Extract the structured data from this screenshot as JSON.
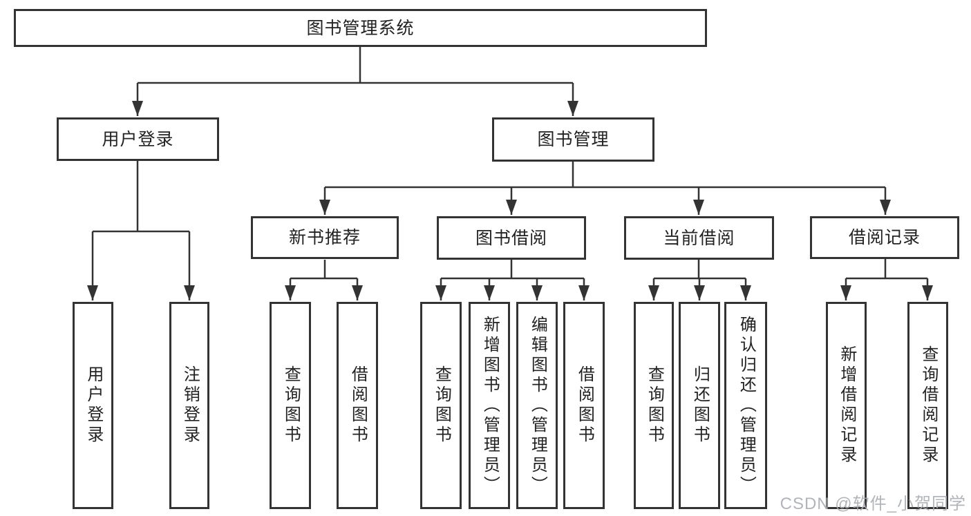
{
  "nodes": {
    "root": {
      "label": "图书管理系统"
    },
    "user_login": {
      "label": "用户登录"
    },
    "book_mgmt": {
      "label": "图书管理"
    },
    "new_book_rec": {
      "label": "新书推荐"
    },
    "book_borrow": {
      "label": "图书借阅"
    },
    "current_borrow": {
      "label": "当前借阅"
    },
    "borrow_record": {
      "label": "借阅记录"
    },
    "leaf_user_login": {
      "label": "用户登录"
    },
    "leaf_logout": {
      "label": "注销登录"
    },
    "leaf_nbr_query": {
      "label": "查询图书"
    },
    "leaf_nbr_borrow": {
      "label": "借阅图书"
    },
    "leaf_bb_query": {
      "label": "查询图书"
    },
    "leaf_bb_add": {
      "label": "新增图书（管理员）"
    },
    "leaf_bb_edit": {
      "label": "编辑图书（管理员）"
    },
    "leaf_bb_borrow": {
      "label": "借阅图书"
    },
    "leaf_cb_query": {
      "label": "查询图书"
    },
    "leaf_cb_return": {
      "label": "归还图书"
    },
    "leaf_cb_confirm": {
      "label": "确认归还（管理员）"
    },
    "leaf_br_add": {
      "label": "新增借阅记录"
    },
    "leaf_br_query": {
      "label": "查询借阅记录"
    }
  },
  "edges": [
    [
      "root",
      "user_login"
    ],
    [
      "root",
      "book_mgmt"
    ],
    [
      "user_login",
      "leaf_user_login"
    ],
    [
      "user_login",
      "leaf_logout"
    ],
    [
      "book_mgmt",
      "new_book_rec"
    ],
    [
      "book_mgmt",
      "book_borrow"
    ],
    [
      "book_mgmt",
      "current_borrow"
    ],
    [
      "book_mgmt",
      "borrow_record"
    ],
    [
      "new_book_rec",
      "leaf_nbr_query"
    ],
    [
      "new_book_rec",
      "leaf_nbr_borrow"
    ],
    [
      "book_borrow",
      "leaf_bb_query"
    ],
    [
      "book_borrow",
      "leaf_bb_add"
    ],
    [
      "book_borrow",
      "leaf_bb_edit"
    ],
    [
      "book_borrow",
      "leaf_bb_borrow"
    ],
    [
      "current_borrow",
      "leaf_cb_query"
    ],
    [
      "current_borrow",
      "leaf_cb_return"
    ],
    [
      "current_borrow",
      "leaf_cb_confirm"
    ],
    [
      "borrow_record",
      "leaf_br_add"
    ],
    [
      "borrow_record",
      "leaf_br_query"
    ]
  ],
  "watermark": {
    "text": "CSDN @软件_小贺同学"
  },
  "colors": {
    "line": "#333333",
    "box_border": "#333333",
    "text": "#222222",
    "watermark": "#a9adb2",
    "background": "#ffffff"
  }
}
